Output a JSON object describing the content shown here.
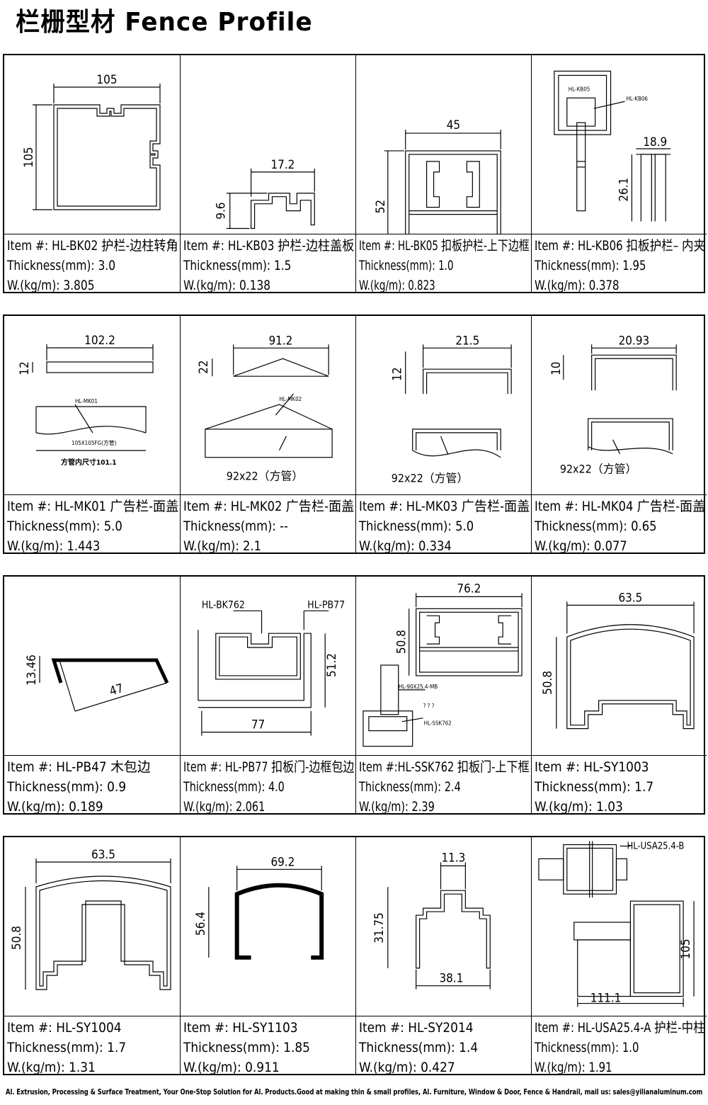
{
  "header": {
    "title": "栏栅型材  Fence Profile"
  },
  "labels": {
    "item": "Item #:",
    "thickness": "Thickness(mm):",
    "weight": "W.(kg/m):"
  },
  "profiles": [
    {
      "item": "HL-BK02 护栏-边柱转角",
      "thickness": "3.0",
      "weight": "3.805",
      "dims": [
        "105",
        "105"
      ]
    },
    {
      "item": "HL-KB03 护栏-边柱盖板",
      "thickness": "1.5",
      "weight": "0.138",
      "dims": [
        "17.2",
        "9.6"
      ]
    },
    {
      "item": "HL-BK05 扣板护栏-上下边框",
      "thickness": "1.0",
      "weight": "0.823",
      "dims": [
        "45",
        "52"
      ]
    },
    {
      "item": "HL-KB06 扣板护栏– 内夹",
      "thickness": "1.95",
      "weight": "0.378",
      "dims": [
        "18.9",
        "26.1"
      ],
      "tags": [
        "HL-KB05",
        "HL-KB06"
      ]
    },
    {
      "item": "HL-MK01 广告栏-面盖",
      "thickness": "5.0",
      "weight": "1.443",
      "dims": [
        "102.2",
        "12"
      ],
      "tags": [
        "HL-MK01",
        "105X105FG(方管)",
        "方管内尺寸101.1"
      ]
    },
    {
      "item": "HL-MK02 广告栏-面盖",
      "thickness": "--",
      "weight": "2.1",
      "dims": [
        "91.2",
        "22"
      ],
      "tags": [
        "HL-MK02",
        "92x22（方管）"
      ]
    },
    {
      "item": "HL-MK03 广告栏-面盖",
      "thickness": "5.0",
      "weight": "0.334",
      "dims": [
        "21.5",
        "12"
      ],
      "tags": [
        "92x22（方管）"
      ]
    },
    {
      "item": "HL-MK04 广告栏-面盖",
      "thickness": "0.65",
      "weight": "0.077",
      "dims": [
        "20.93",
        "10"
      ],
      "tags": [
        "92x22（方管）"
      ]
    },
    {
      "item": "HL-PB47 木包边",
      "thickness": "0.9",
      "weight": "0.189",
      "dims": [
        "13.46",
        "47"
      ]
    },
    {
      "item": "HL-PB77 扣板门-边框包边",
      "thickness": "4.0",
      "weight": "2.061",
      "dims": [
        "51.2",
        "77"
      ],
      "tags": [
        "HL-BK762",
        "HL-PB77"
      ]
    },
    {
      "item": "HL-SSK762 扣板门-上下框",
      "thickness": "2.4",
      "weight": "2.39",
      "dims": [
        "76.2",
        "50.8"
      ],
      "tags": [
        "HL-90X25.4-MB",
        "? ? ?",
        "HL-SSK762"
      ]
    },
    {
      "item": "HL-SY1003",
      "thickness": "1.7",
      "weight": "1.03",
      "dims": [
        "63.5",
        "50.8"
      ]
    },
    {
      "item": "HL-SY1004",
      "thickness": "1.7",
      "weight": "1.31",
      "dims": [
        "63.5",
        "50.8"
      ]
    },
    {
      "item": "HL-SY1103",
      "thickness": "1.85",
      "weight": "0.911",
      "dims": [
        "69.2",
        "56.4"
      ]
    },
    {
      "item": "HL-SY2014",
      "thickness": "1.4",
      "weight": "0.427",
      "dims": [
        "11.3",
        "31.75",
        "38.1"
      ]
    },
    {
      "item": "HL-USA25.4-A 护栏-中柱",
      "thickness": "1.0",
      "weight": "1.91",
      "dims": [
        "105",
        "111.1"
      ],
      "tags": [
        "HL-USA25.4-B"
      ]
    }
  ],
  "footer": {
    "text": "Al. Extrusion, Processing & Surface Treatment, Your One-Stop Solution for Al. Products.Good at making thin & small profiles, Al. Furniture, Window & Door, Fence & Handrail, mail us: sales@yilianaluminum.com"
  }
}
